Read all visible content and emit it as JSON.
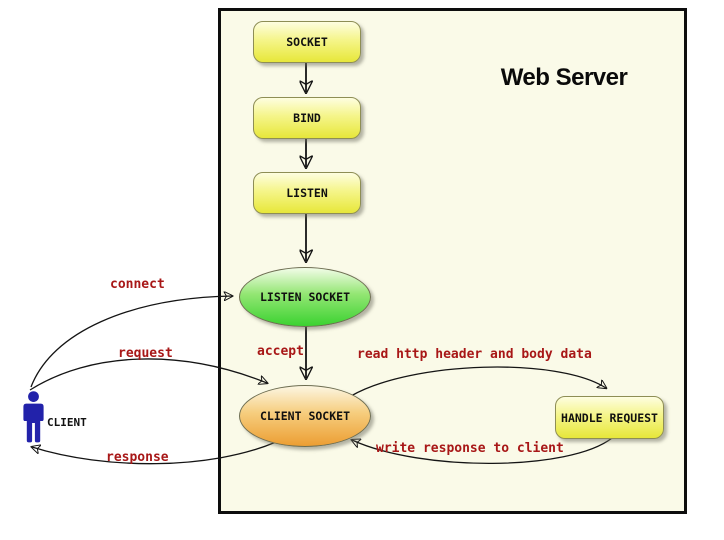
{
  "diagram": {
    "title": "Web Server",
    "actor": {
      "label": "CLIENT",
      "icon": "person-icon"
    },
    "nodes": {
      "socket": "SOCKET",
      "bind": "BIND",
      "listen": "LISTEN",
      "listen_socket": "LISTEN SOCKET",
      "client_socket": "CLIENT SOCKET",
      "handle_request": "HANDLE REQUEST"
    },
    "edges": {
      "connect": "connect",
      "request": "request",
      "response": "response",
      "accept": "accept",
      "read": "read http header and body data",
      "write": "write response to client"
    }
  },
  "colors": {
    "canvas_bg": "#fafae8",
    "process_top": "#fefee0",
    "process_bottom": "#e7e73a",
    "process_border": "#8e8e55",
    "listen_top": "#f2fce8",
    "listen_bottom": "#3bd231",
    "client_top": "#fcf6e2",
    "client_bottom": "#ec9e33",
    "label_red": "#a81717",
    "client_blue": "#2222aa",
    "arrow_black": "#141414"
  }
}
